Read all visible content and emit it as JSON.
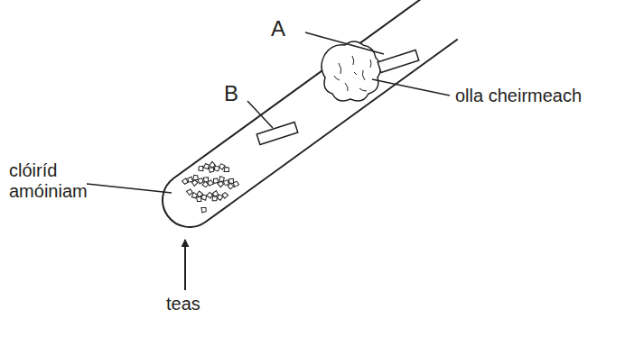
{
  "diagram": {
    "labels": [
      "A",
      "B",
      "olla cheirmeach",
      "clóiríd amóiniam",
      "teas"
    ]
  }
}
